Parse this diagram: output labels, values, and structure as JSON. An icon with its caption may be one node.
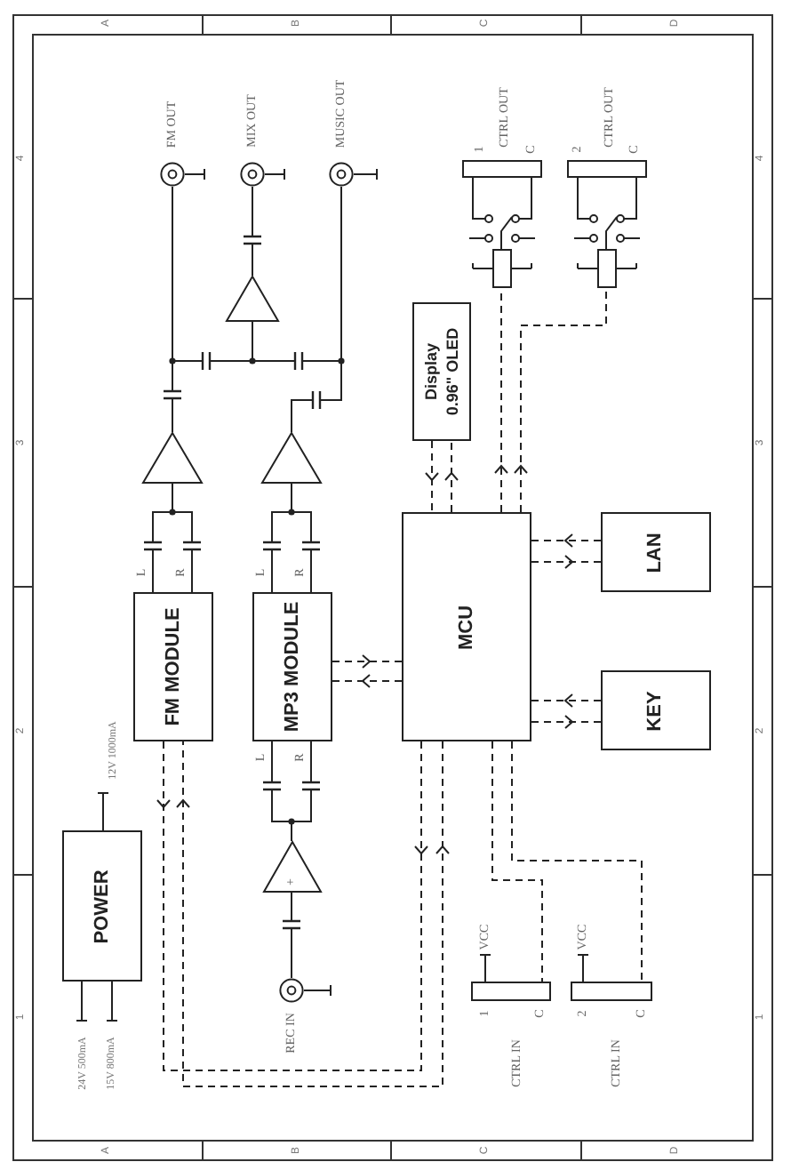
{
  "diagram": {
    "nodes": [
      {
        "text": [
          "FM OUT"
        ]
      },
      {
        "text": [
          "MIX OUT"
        ]
      },
      {
        "text": [
          "MUSIC OUT"
        ]
      },
      {
        "text": [
          "CTRL OUT"
        ]
      },
      {
        "text": [
          "CTRL OUT"
        ]
      },
      {
        "text": [],
        "shape": "triangle"
      },
      {
        "text": [],
        "shape": "box"
      },
      {
        "text": [],
        "shape": "box"
      },
      {
        "text": [
          "Display",
          "0.96\" OLED"
        ]
      },
      {
        "text": [],
        "shape": "triangle"
      },
      {
        "text": [],
        "shape": "triangle"
      },
      {
        "text": [
          "LAN"
        ]
      },
      {
        "text": [
          "FM MODULE"
        ]
      },
      {
        "text": [
          "MP3 MODULE"
        ]
      },
      {
        "text": [
          "MCU"
        ]
      },
      {
        "text": [
          "KEY"
        ]
      },
      {
        "text": [],
        "shape": "triangle"
      },
      {
        "text": [
          "POWER"
        ]
      },
      {
        "text": [
          "REC IN"
        ]
      },
      {
        "text": [
          "CTRL IN"
        ]
      },
      {
        "text": [
          "CTRL IN"
        ]
      }
    ],
    "edges": [
      {
        "from": 9,
        "to": 0,
        "arrow": "none"
      },
      {
        "from": 5,
        "to": 1,
        "arrow": "none"
      },
      {
        "from": 10,
        "to": 2,
        "arrow": "none"
      },
      {
        "from": 9,
        "to": 5,
        "arrow": "none"
      },
      {
        "from": 10,
        "to": 5,
        "arrow": "none"
      },
      {
        "from": 12,
        "to": 9,
        "arrow": "none"
      },
      {
        "from": 13,
        "to": 10,
        "arrow": "none"
      },
      {
        "from": 13,
        "to": 16,
        "arrow": "none"
      },
      {
        "from": 18,
        "to": 16,
        "arrow": "none"
      },
      {
        "from": 3,
        "to": 6,
        "arrow": "none"
      },
      {
        "from": 4,
        "to": 7,
        "arrow": "none"
      },
      {
        "from": 8,
        "to": 14,
        "arrow": "to",
        "style": "dashed"
      },
      {
        "from": 14,
        "to": 8,
        "arrow": "to",
        "style": "dashed"
      },
      {
        "from": 14,
        "to": 6,
        "arrow": "to",
        "style": "dashed"
      },
      {
        "from": 14,
        "to": 7,
        "arrow": "to",
        "style": "dashed"
      },
      {
        "from": 11,
        "to": 14,
        "arrow": "to",
        "style": "dashed"
      },
      {
        "from": 14,
        "to": 11,
        "arrow": "to",
        "style": "dashed"
      },
      {
        "from": 15,
        "to": 14,
        "arrow": "to",
        "style": "dashed"
      },
      {
        "from": 14,
        "to": 15,
        "arrow": "to",
        "style": "dashed"
      },
      {
        "from": 13,
        "to": 14,
        "arrow": "to",
        "style": "dashed"
      },
      {
        "from": 14,
        "to": 13,
        "arrow": "to",
        "style": "dashed"
      },
      {
        "from": 12,
        "to": 14,
        "arrow": "to",
        "style": "dashed"
      },
      {
        "from": 14,
        "to": 12,
        "arrow": "to",
        "style": "dashed"
      },
      {
        "from": 14,
        "to": 19,
        "arrow": "none",
        "style": "dashed"
      },
      {
        "from": 14,
        "to": 20,
        "arrow": "none",
        "style": "dashed"
      }
    ],
    "labels": [
      "A",
      "B",
      "C",
      "D",
      "4",
      "4",
      "1",
      "C",
      "2",
      "C",
      "3",
      "3",
      "L",
      "R",
      "L",
      "R",
      "2",
      "2",
      "L",
      "R",
      "12V 1000mA",
      "+",
      "VCC",
      "VCC",
      "1",
      "C",
      "2",
      "C",
      "1",
      "1",
      "24V 500mA",
      "15V 800mA",
      "A",
      "B",
      "C",
      "D"
    ]
  }
}
